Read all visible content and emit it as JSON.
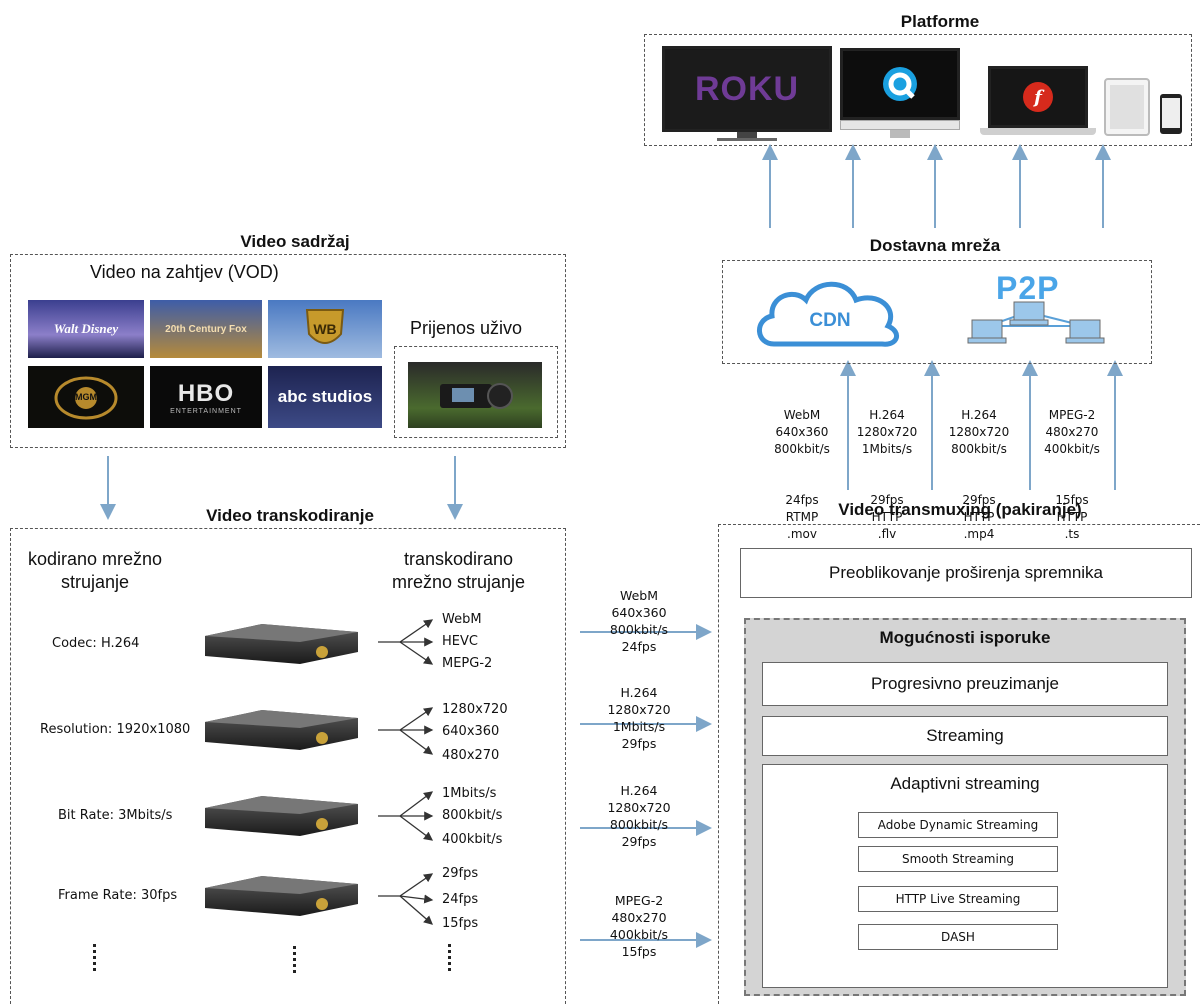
{
  "platforms": {
    "title": "Platforme",
    "roku_label": "ROKU",
    "icons": [
      "roku-tv-icon",
      "quicktime-monitor-icon",
      "flash-laptop-icon",
      "tablet-icon",
      "phone-icon"
    ]
  },
  "delivery": {
    "title": "Dostavna mreža",
    "cdn_label": "CDN",
    "p2p_label": "P2P",
    "columns": [
      [
        "WebM",
        "640x360",
        "800kbit/s",
        "24fps",
        "RTMP",
        ".mov"
      ],
      [
        "H.264",
        "1280x720",
        "1Mbits/s",
        "29fps",
        "HTTP",
        ".flv"
      ],
      [
        "H.264",
        "1280x720",
        "800kbit/s",
        "29fps",
        "HTTP",
        ".mp4"
      ],
      [
        "MPEG-2",
        "480x270",
        "400kbit/s",
        "15fps",
        "HTTP",
        ".ts"
      ]
    ]
  },
  "content": {
    "title": "Video sadržaj",
    "vod_label": "Video na zahtjev (VOD)",
    "live_label": "Prijenos uživo",
    "studios": [
      "Walt Disney",
      "20th Century Fox",
      "WB",
      "MGM",
      "HBO",
      "abc studios"
    ],
    "hbo_sub": "ENTERTAINMENT"
  },
  "transcoding": {
    "title": "Video transkodiranje",
    "left_header": "kodirano mrežno\nstrujanje",
    "right_header": "transkodirano\nmrežno strujanje",
    "rows": [
      {
        "param": "Codec: H.264",
        "outputs": [
          "WebM",
          "HEVC",
          "MEPG-2"
        ]
      },
      {
        "param": "Resolution: 1920x1080",
        "outputs": [
          "1280x720",
          "640x360",
          "480x270"
        ]
      },
      {
        "param": "Bit Rate: 3Mbits/s",
        "outputs": [
          "1Mbits/s",
          "800kbit/s",
          "400kbit/s"
        ]
      },
      {
        "param": "Frame Rate: 30fps",
        "outputs": [
          "29fps",
          "24fps",
          "15fps"
        ]
      }
    ]
  },
  "streams": [
    [
      "WebM",
      "640x360",
      "800kbit/s",
      "24fps"
    ],
    [
      "H.264",
      "1280x720",
      "1Mbits/s",
      "29fps"
    ],
    [
      "H.264",
      "1280x720",
      "800kbit/s",
      "29fps"
    ],
    [
      "MPEG-2",
      "480x270",
      "400kbit/s",
      "15fps"
    ]
  ],
  "transmuxing": {
    "title": "Video transmuxing (pakiranje)",
    "container_box": "Preoblikovanje proširenja spremnika",
    "delivery_title": "Mogućnosti isporuke",
    "progressive": "Progresivno preuzimanje",
    "streaming": "Streaming",
    "adaptive": "Adaptivni streaming",
    "adaptive_items": [
      "Adobe Dynamic Streaming",
      "Smooth Streaming",
      "HTTP Live Streaming",
      "DASH"
    ]
  },
  "colors": {
    "arrow": "#7ea6c9",
    "dash_border": "#555555",
    "delivery_panel": "#d4d4d4",
    "cdn_blue": "#3b8fd6"
  }
}
